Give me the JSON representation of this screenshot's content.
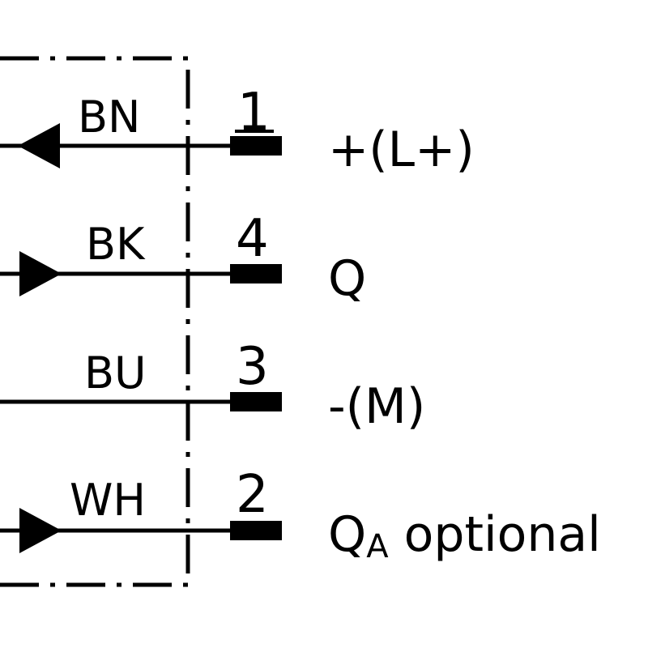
{
  "colors": {
    "stroke": "#000000",
    "background": "#ffffff"
  },
  "wires": [
    {
      "color_code": "BN",
      "pin": "1",
      "signal": "+(L+)",
      "arrow": "input"
    },
    {
      "color_code": "BK",
      "pin": "4",
      "signal": "Q",
      "arrow": "output"
    },
    {
      "color_code": "BU",
      "pin": "3",
      "signal": "-(M)",
      "arrow": "none"
    },
    {
      "color_code": "WH",
      "pin": "2",
      "signal_main": "Q",
      "signal_sub": "A",
      "signal_suffix": " optional",
      "arrow": "output"
    }
  ]
}
